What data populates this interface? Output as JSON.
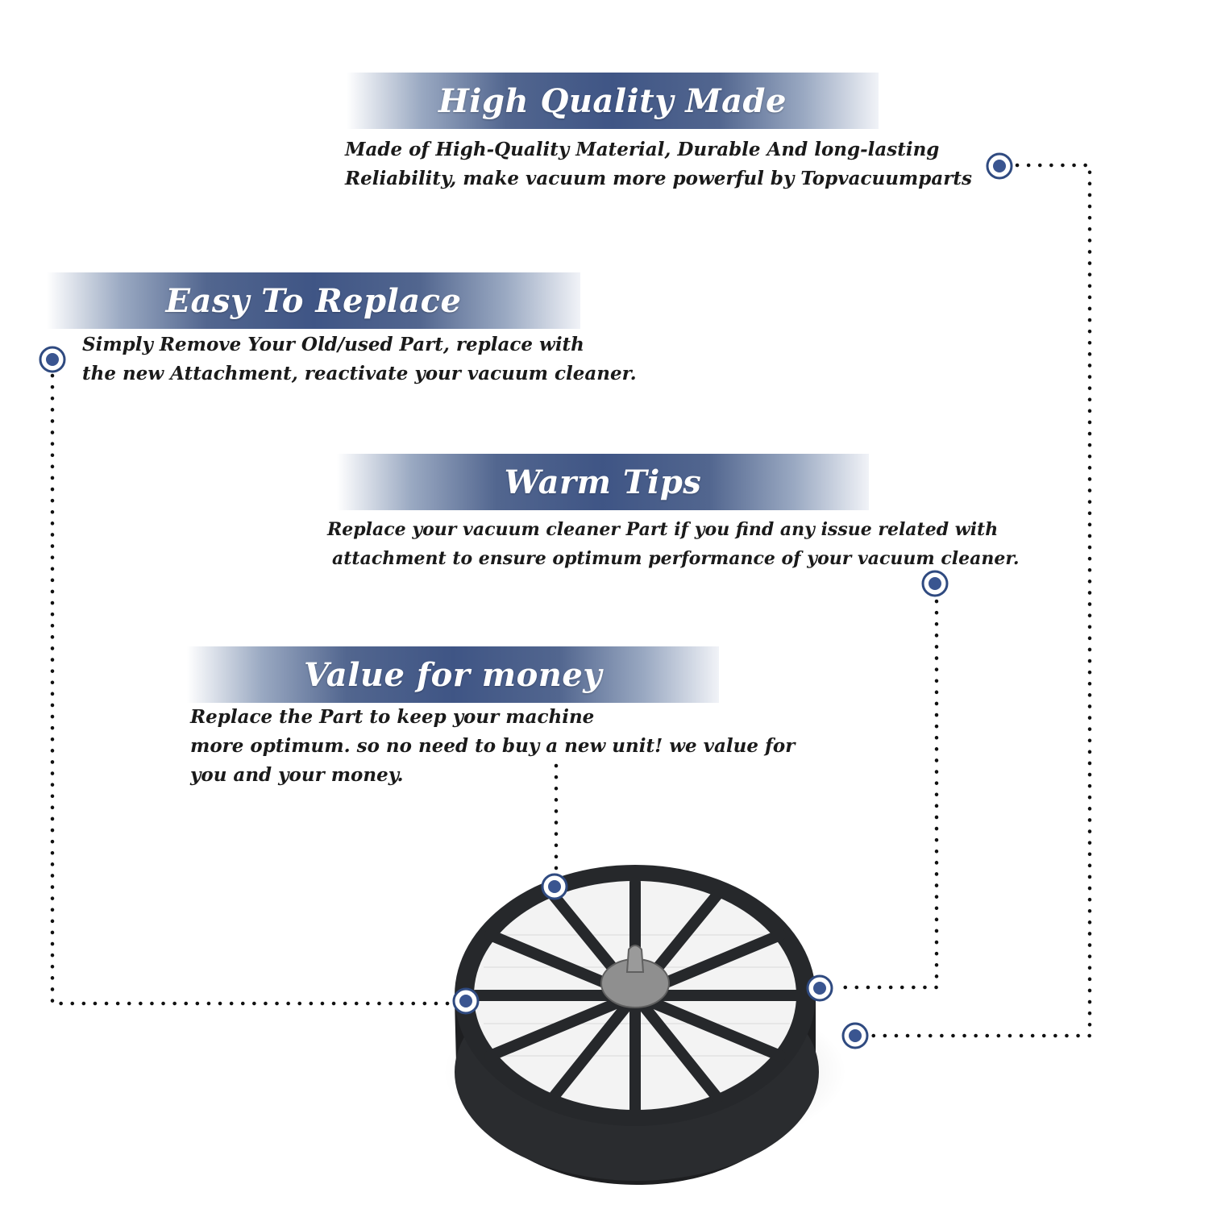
{
  "sections": [
    {
      "title": "High Quality Made",
      "lines": [
        "Made of  High-Quality Material, Durable And long-lasting",
        "Reliability, make vacuum more powerful by Topvacuumparts"
      ]
    },
    {
      "title": "Easy To Replace",
      "lines": [
        "Simply Remove Your Old/used Part, replace with",
        "the new Attachment, reactivate your vacuum cleaner."
      ]
    },
    {
      "title": "Warm Tips",
      "lines": [
        "Replace your vacuum cleaner Part if you find any issue related with",
        "attachment to ensure optimum performance of your vacuum cleaner."
      ]
    },
    {
      "title": "Value for money",
      "lines": [
        "Replace the Part to keep your machine",
        "more optimum. so no need to buy a new unit! we value for",
        "you and your money."
      ]
    }
  ],
  "colors": {
    "banner_navy": "#3f5585",
    "marker_fill": "#3a5590",
    "filter_frame": "#26282b",
    "filter_media": "#f3f3f3",
    "hub": "#8f8f8f"
  },
  "icons": [
    "marker-dot-icon",
    "air-filter-image"
  ]
}
